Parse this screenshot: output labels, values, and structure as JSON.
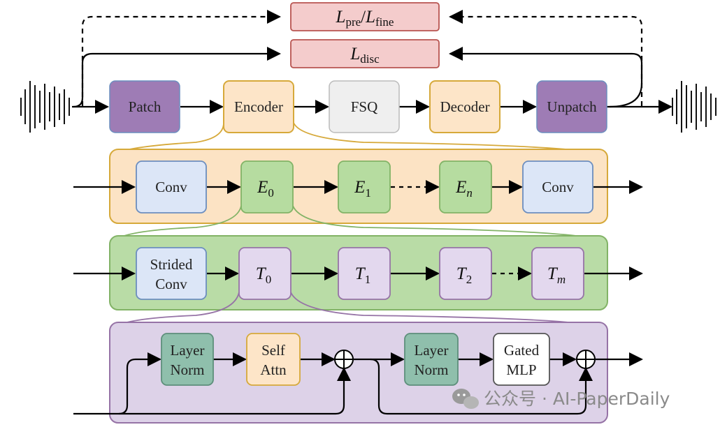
{
  "losses": {
    "pre_fine": {
      "a": "L",
      "a_sub": "pre",
      "sep": "/",
      "b": "L",
      "b_sub": "fine"
    },
    "disc": {
      "a": "L",
      "a_sub": "disc"
    }
  },
  "pipeline": [
    "Patch",
    "Encoder",
    "FSQ",
    "Decoder",
    "Unpatch"
  ],
  "encoder_block": {
    "conv_in": "Conv",
    "e0": {
      "sym": "E",
      "sub": "0"
    },
    "e1": {
      "sym": "E",
      "sub": "1"
    },
    "en": {
      "sym": "E",
      "sub": "n"
    },
    "conv_out": "Conv"
  },
  "stage_block": {
    "strided_line1": "Strided",
    "strided_line2": "Conv",
    "t0": {
      "sym": "T",
      "sub": "0"
    },
    "t1": {
      "sym": "T",
      "sub": "1"
    },
    "t2": {
      "sym": "T",
      "sub": "2"
    },
    "tm": {
      "sym": "T",
      "sub": "m"
    }
  },
  "transformer_block": {
    "ln1_line1": "Layer",
    "ln1_line2": "Norm",
    "attn_line1": "Self",
    "attn_line2": "Attn",
    "ln2_line1": "Layer",
    "ln2_line2": "Norm",
    "mlp_line1": "Gated",
    "mlp_line2": "MLP"
  },
  "watermark": "公众号 · AI-PaperDaily",
  "colors": {
    "patch": "#9e7cb5",
    "encoder": "#fde5c8",
    "fsq": "#efefef",
    "loss": "#f4cccc",
    "enc_band": "#fce3c4",
    "conv": "#dce6f7",
    "e_box": "#b6dca0",
    "stage_band": "#b9dca6",
    "t_box": "#e3d8ee",
    "tf_band": "#ddd2e8",
    "norm": "#8fbfac",
    "attn": "#fde5c8"
  }
}
